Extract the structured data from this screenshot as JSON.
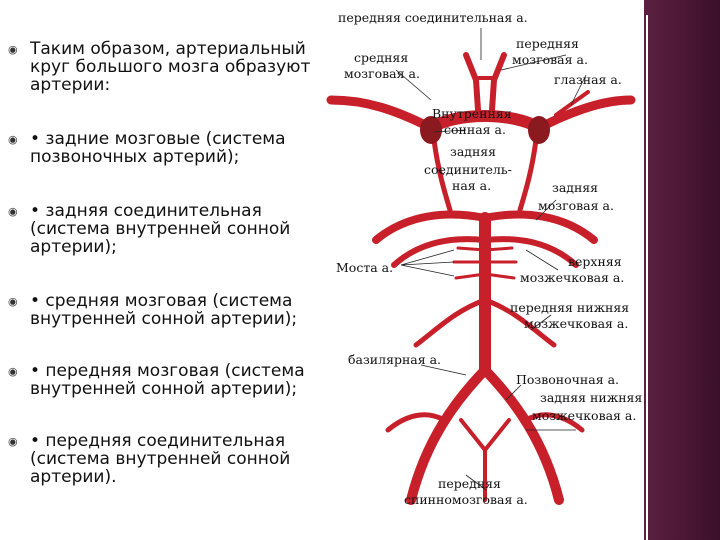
{
  "bullets": [
    {
      "icon": "circle-bullet-icon",
      "text": "Таким образом, артериальный\nкруг большого мозга образуют\nартерии:"
    },
    {
      "icon": "circle-bullet-icon",
      "text": "• задние мозговые (система\nпозвоночных артерий);"
    },
    {
      "icon": "circle-bullet-icon",
      "text": "• задняя соединительная\n(система внутренней сонной\nартерии);"
    },
    {
      "icon": "circle-bullet-icon",
      "text": "• средняя мозговая (система\nвнутренней сонной артерии);"
    },
    {
      "icon": "circle-bullet-icon",
      "text": "• передняя мозговая (система\nвнутренней сонной артерии);"
    },
    {
      "icon": "circle-bullet-icon",
      "text": "• передняя соединительная\n(система внутренней сонной\nартерии)."
    }
  ],
  "diagram": {
    "artery_color": "#c8202a",
    "labels": {
      "anterior_communicating": "передняя соединительная а.",
      "anterior_cerebral_1": "передняя",
      "anterior_cerebral_2": "мозговая а.",
      "middle_cerebral_1": "средняя",
      "middle_cerebral_2": "мозговая а.",
      "ophthalmic": "глазная а.",
      "internal_carotid_1": "Внутренняя",
      "internal_carotid_2": "сонная а.",
      "posterior_communicating_1": "задняя",
      "posterior_communicating_2": "соединитель-",
      "posterior_communicating_3": "ная а.",
      "posterior_cerebral_1": "задняя",
      "posterior_cerebral_2": "мозговая а.",
      "pons": "Моста а.",
      "superior_cerebellar_1": "верхняя",
      "superior_cerebellar_2": "мозжечковая а.",
      "anterior_inferior_cerebellar_1": "передняя нижняя",
      "anterior_inferior_cerebellar_2": "мозжечковая а.",
      "basilar": "базилярная а.",
      "vertebral": "Позвоночная а.",
      "posterior_inferior_cerebellar_1": "задняя нижняя",
      "posterior_inferior_cerebellar_2": "мозжечковая а.",
      "anterior_spinal_1": "передняя",
      "anterior_spinal_2": "спинномозговая а."
    }
  }
}
